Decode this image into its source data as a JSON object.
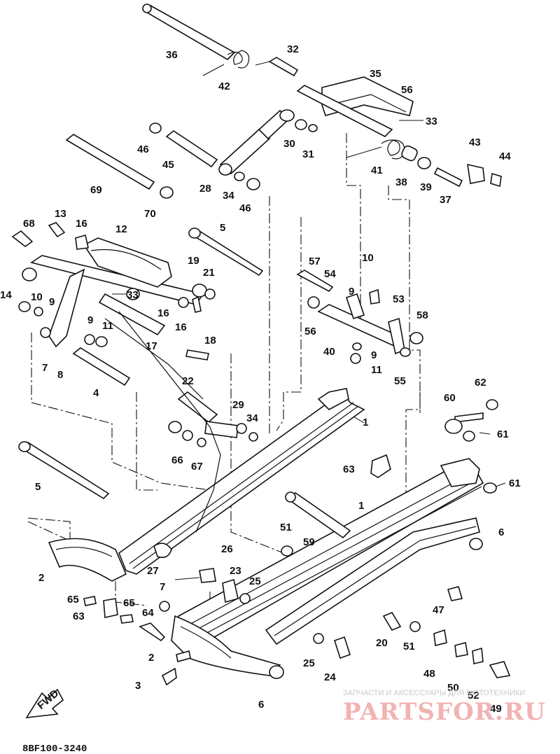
{
  "diagram": {
    "callouts": [
      "1",
      "2",
      "3",
      "4",
      "5",
      "6",
      "7",
      "8",
      "9",
      "10",
      "11",
      "12",
      "13",
      "14",
      "16",
      "17",
      "18",
      "19",
      "20",
      "21",
      "22",
      "23",
      "24",
      "25",
      "26",
      "27",
      "28",
      "29",
      "30",
      "31",
      "32",
      "33",
      "34",
      "35",
      "36",
      "37",
      "38",
      "39",
      "40",
      "41",
      "42",
      "43",
      "44",
      "45",
      "46",
      "47",
      "48",
      "49",
      "50",
      "51",
      "52",
      "53",
      "54",
      "55",
      "56",
      "57",
      "58",
      "59",
      "60",
      "61",
      "62",
      "63",
      "64",
      "65",
      "66",
      "67",
      "68",
      "69",
      "70"
    ],
    "fwd_label": "FWD",
    "diagram_code": "8BF100-3240"
  },
  "watermark": {
    "tagline": "ЗАПЧАСТИ И АКСЕССУАРЫ ДЛЯ МОТОТЕХНИКИ",
    "brand": "PARTSFOR.RU"
  }
}
